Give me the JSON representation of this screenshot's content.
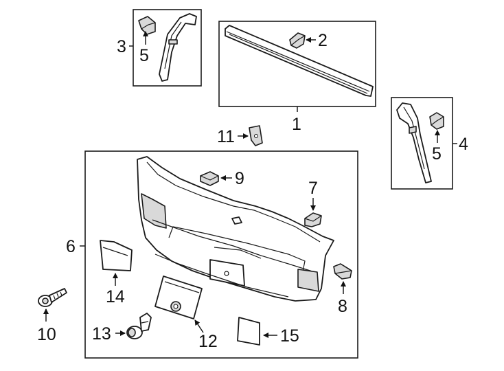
{
  "callouts": {
    "c1": "1",
    "c2": "2",
    "c3": "3",
    "c4": "4",
    "c5a": "5",
    "c5b": "5",
    "c6": "6",
    "c7": "7",
    "c8": "8",
    "c9": "9",
    "c10": "10",
    "c11": "11",
    "c12": "12",
    "c13": "13",
    "c14": "14",
    "c15": "15"
  }
}
